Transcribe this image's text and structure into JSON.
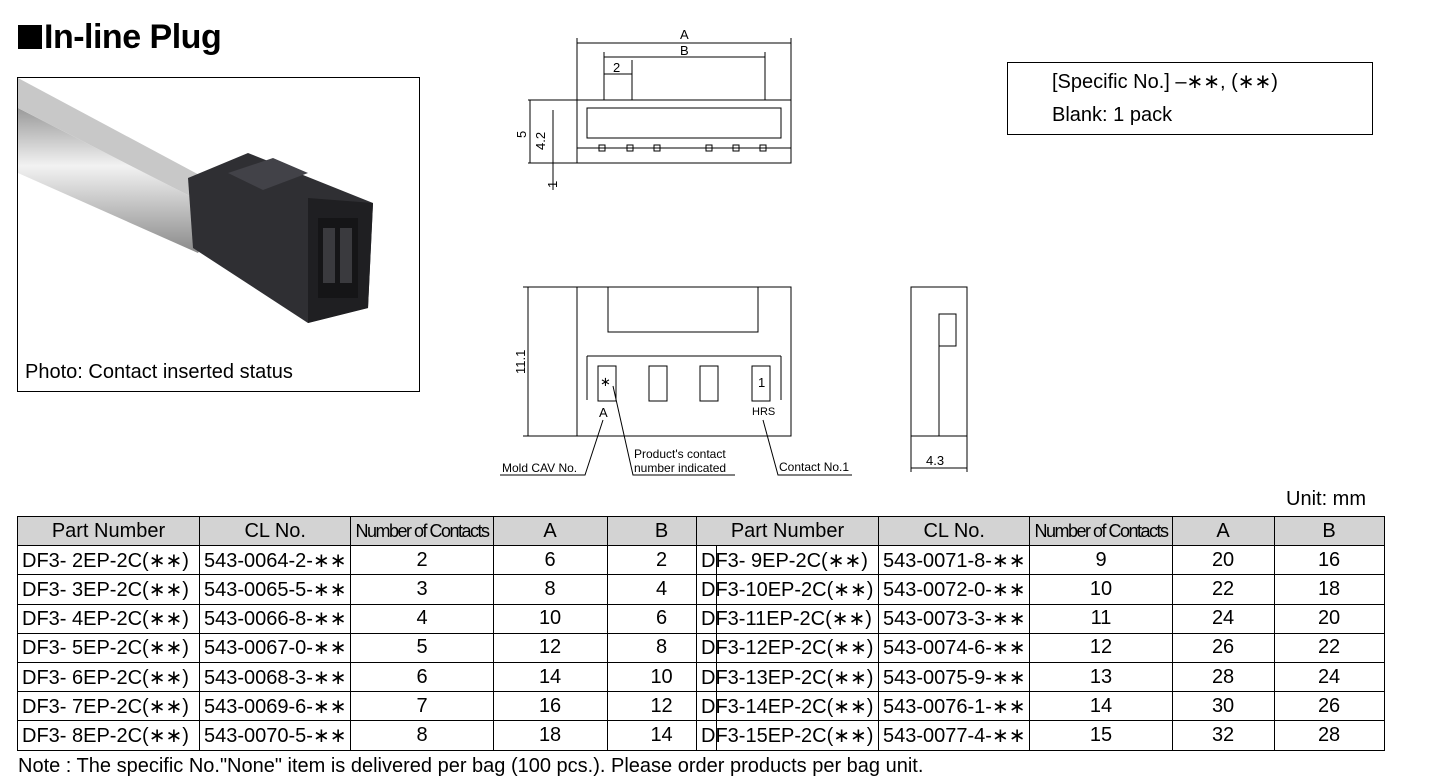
{
  "title": "In-line Plug",
  "photo_caption": "Photo: Contact inserted status",
  "spec_box": {
    "line1": "[Specific No.] –∗∗, (∗∗)",
    "line2": "Blank: 1 pack"
  },
  "drawing_labels": {
    "dim_a": "A",
    "dim_b": "B",
    "dim_2": "2",
    "dim_5": "5",
    "dim_4_2": "4.2",
    "dim_1": "1",
    "dim_11_1": "11.1",
    "dim_4_3": "4.3",
    "cav_mark": "A",
    "star_mark": "∗",
    "contact_one": "1",
    "brand_mark": "HRS",
    "callout_cav": "Mold CAV No.",
    "callout_product": "Product's contact",
    "callout_product2": "number indicated",
    "callout_contact": "Contact No.1"
  },
  "unit": "Unit: mm",
  "table_headers": [
    "Part Number",
    "CL No.",
    "Number of Contacts",
    "A",
    "B"
  ],
  "left_rows": [
    [
      "DF3-  2EP-2C(∗∗)",
      "543-0064-2-∗∗",
      "2",
      "6",
      "2"
    ],
    [
      "DF3-  3EP-2C(∗∗)",
      "543-0065-5-∗∗",
      "3",
      "8",
      "4"
    ],
    [
      "DF3-  4EP-2C(∗∗)",
      "543-0066-8-∗∗",
      "4",
      "10",
      "6"
    ],
    [
      "DF3-  5EP-2C(∗∗)",
      "543-0067-0-∗∗",
      "5",
      "12",
      "8"
    ],
    [
      "DF3-  6EP-2C(∗∗)",
      "543-0068-3-∗∗",
      "6",
      "14",
      "10"
    ],
    [
      "DF3-  7EP-2C(∗∗)",
      "543-0069-6-∗∗",
      "7",
      "16",
      "12"
    ],
    [
      "DF3-  8EP-2C(∗∗)",
      "543-0070-5-∗∗",
      "8",
      "18",
      "14"
    ]
  ],
  "right_rows": [
    [
      "DF3-  9EP-2C(∗∗)",
      "543-0071-8-∗∗",
      "9",
      "20",
      "16"
    ],
    [
      "DF3-10EP-2C(∗∗)",
      "543-0072-0-∗∗",
      "10",
      "22",
      "18"
    ],
    [
      "DF3-11EP-2C(∗∗)",
      "543-0073-3-∗∗",
      "11",
      "24",
      "20"
    ],
    [
      "DF3-12EP-2C(∗∗)",
      "543-0074-6-∗∗",
      "12",
      "26",
      "22"
    ],
    [
      "DF3-13EP-2C(∗∗)",
      "543-0075-9-∗∗",
      "13",
      "28",
      "24"
    ],
    [
      "DF3-14EP-2C(∗∗)",
      "543-0076-1-∗∗",
      "14",
      "30",
      "26"
    ],
    [
      "DF3-15EP-2C(∗∗)",
      "543-0077-4-∗∗",
      "15",
      "32",
      "28"
    ]
  ],
  "note": "Note : The specific No.\"None\" item is delivered per bag (100  pcs.). Please order products per bag unit."
}
